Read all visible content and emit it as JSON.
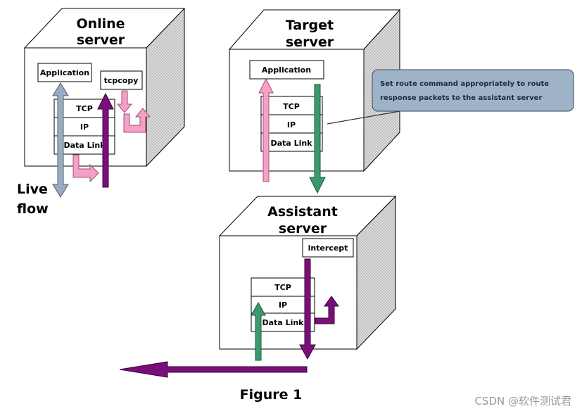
{
  "online": {
    "title1": "Online",
    "title2": "server",
    "app": "Application",
    "tcpcopy": "tcpcopy",
    "tcp": "TCP",
    "ip": "IP",
    "datalink": "Data Link"
  },
  "live": {
    "line1": "Live",
    "line2": "flow"
  },
  "target": {
    "title1": "Target",
    "title2": "server",
    "app": "Application",
    "tcp": "TCP",
    "ip": "IP",
    "datalink": "Data Link"
  },
  "callout": {
    "line1": "Set route command appropriately to route",
    "line2": "response packets to the assistant server"
  },
  "assistant": {
    "title1": "Assistant",
    "title2": "server",
    "intercept": "intercept",
    "tcp": "TCP",
    "ip": "IP",
    "datalink": "Data Link"
  },
  "caption": "Figure 1",
  "watermark": "CSDN @软件测试君",
  "colors": {
    "gray_arrow": "#9aabc4",
    "purple": "#7a0f7a",
    "pink": "#f4a0c8",
    "green": "#3a9a6a",
    "callout_fill": "#9fb3c8",
    "cube_side": "#d9d9d9"
  }
}
